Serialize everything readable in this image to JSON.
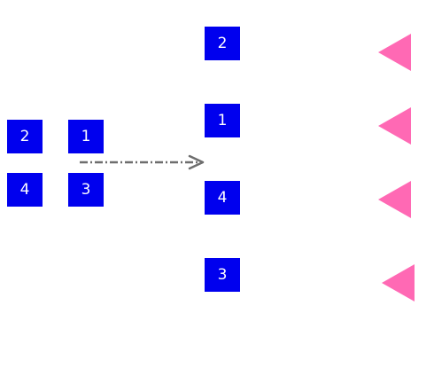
{
  "source_grid": {
    "cells": [
      "2",
      "1",
      "4",
      "3"
    ]
  },
  "destination_column": {
    "cells": [
      "2",
      "1",
      "4",
      "3"
    ]
  },
  "colors": {
    "box_fill": "#0000ee",
    "box_text": "#ffffff",
    "arrow": "#6e6e6e",
    "triangle": "#ff69b4",
    "background": "#ffffff"
  },
  "icons": {
    "connector": "dash-dot-arrow-icon",
    "marker": "left-pointing-triangle-icon"
  }
}
